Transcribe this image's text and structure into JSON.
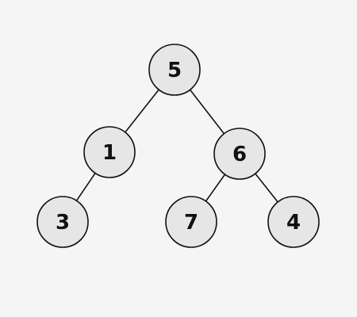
{
  "tree": {
    "nodes": [
      {
        "id": "n5",
        "label": "5"
      },
      {
        "id": "n1",
        "label": "1"
      },
      {
        "id": "n6",
        "label": "6"
      },
      {
        "id": "n3",
        "label": "3"
      },
      {
        "id": "n7",
        "label": "7"
      },
      {
        "id": "n4",
        "label": "4"
      }
    ],
    "edges": [
      {
        "from": "n5",
        "to": "n1"
      },
      {
        "from": "n5",
        "to": "n6"
      },
      {
        "from": "n1",
        "to": "n3"
      },
      {
        "from": "n6",
        "to": "n7"
      },
      {
        "from": "n6",
        "to": "n4"
      }
    ],
    "colors": {
      "background": "#f5f5f5",
      "node_fill": "#e6e6e6",
      "stroke": "#111111"
    }
  }
}
